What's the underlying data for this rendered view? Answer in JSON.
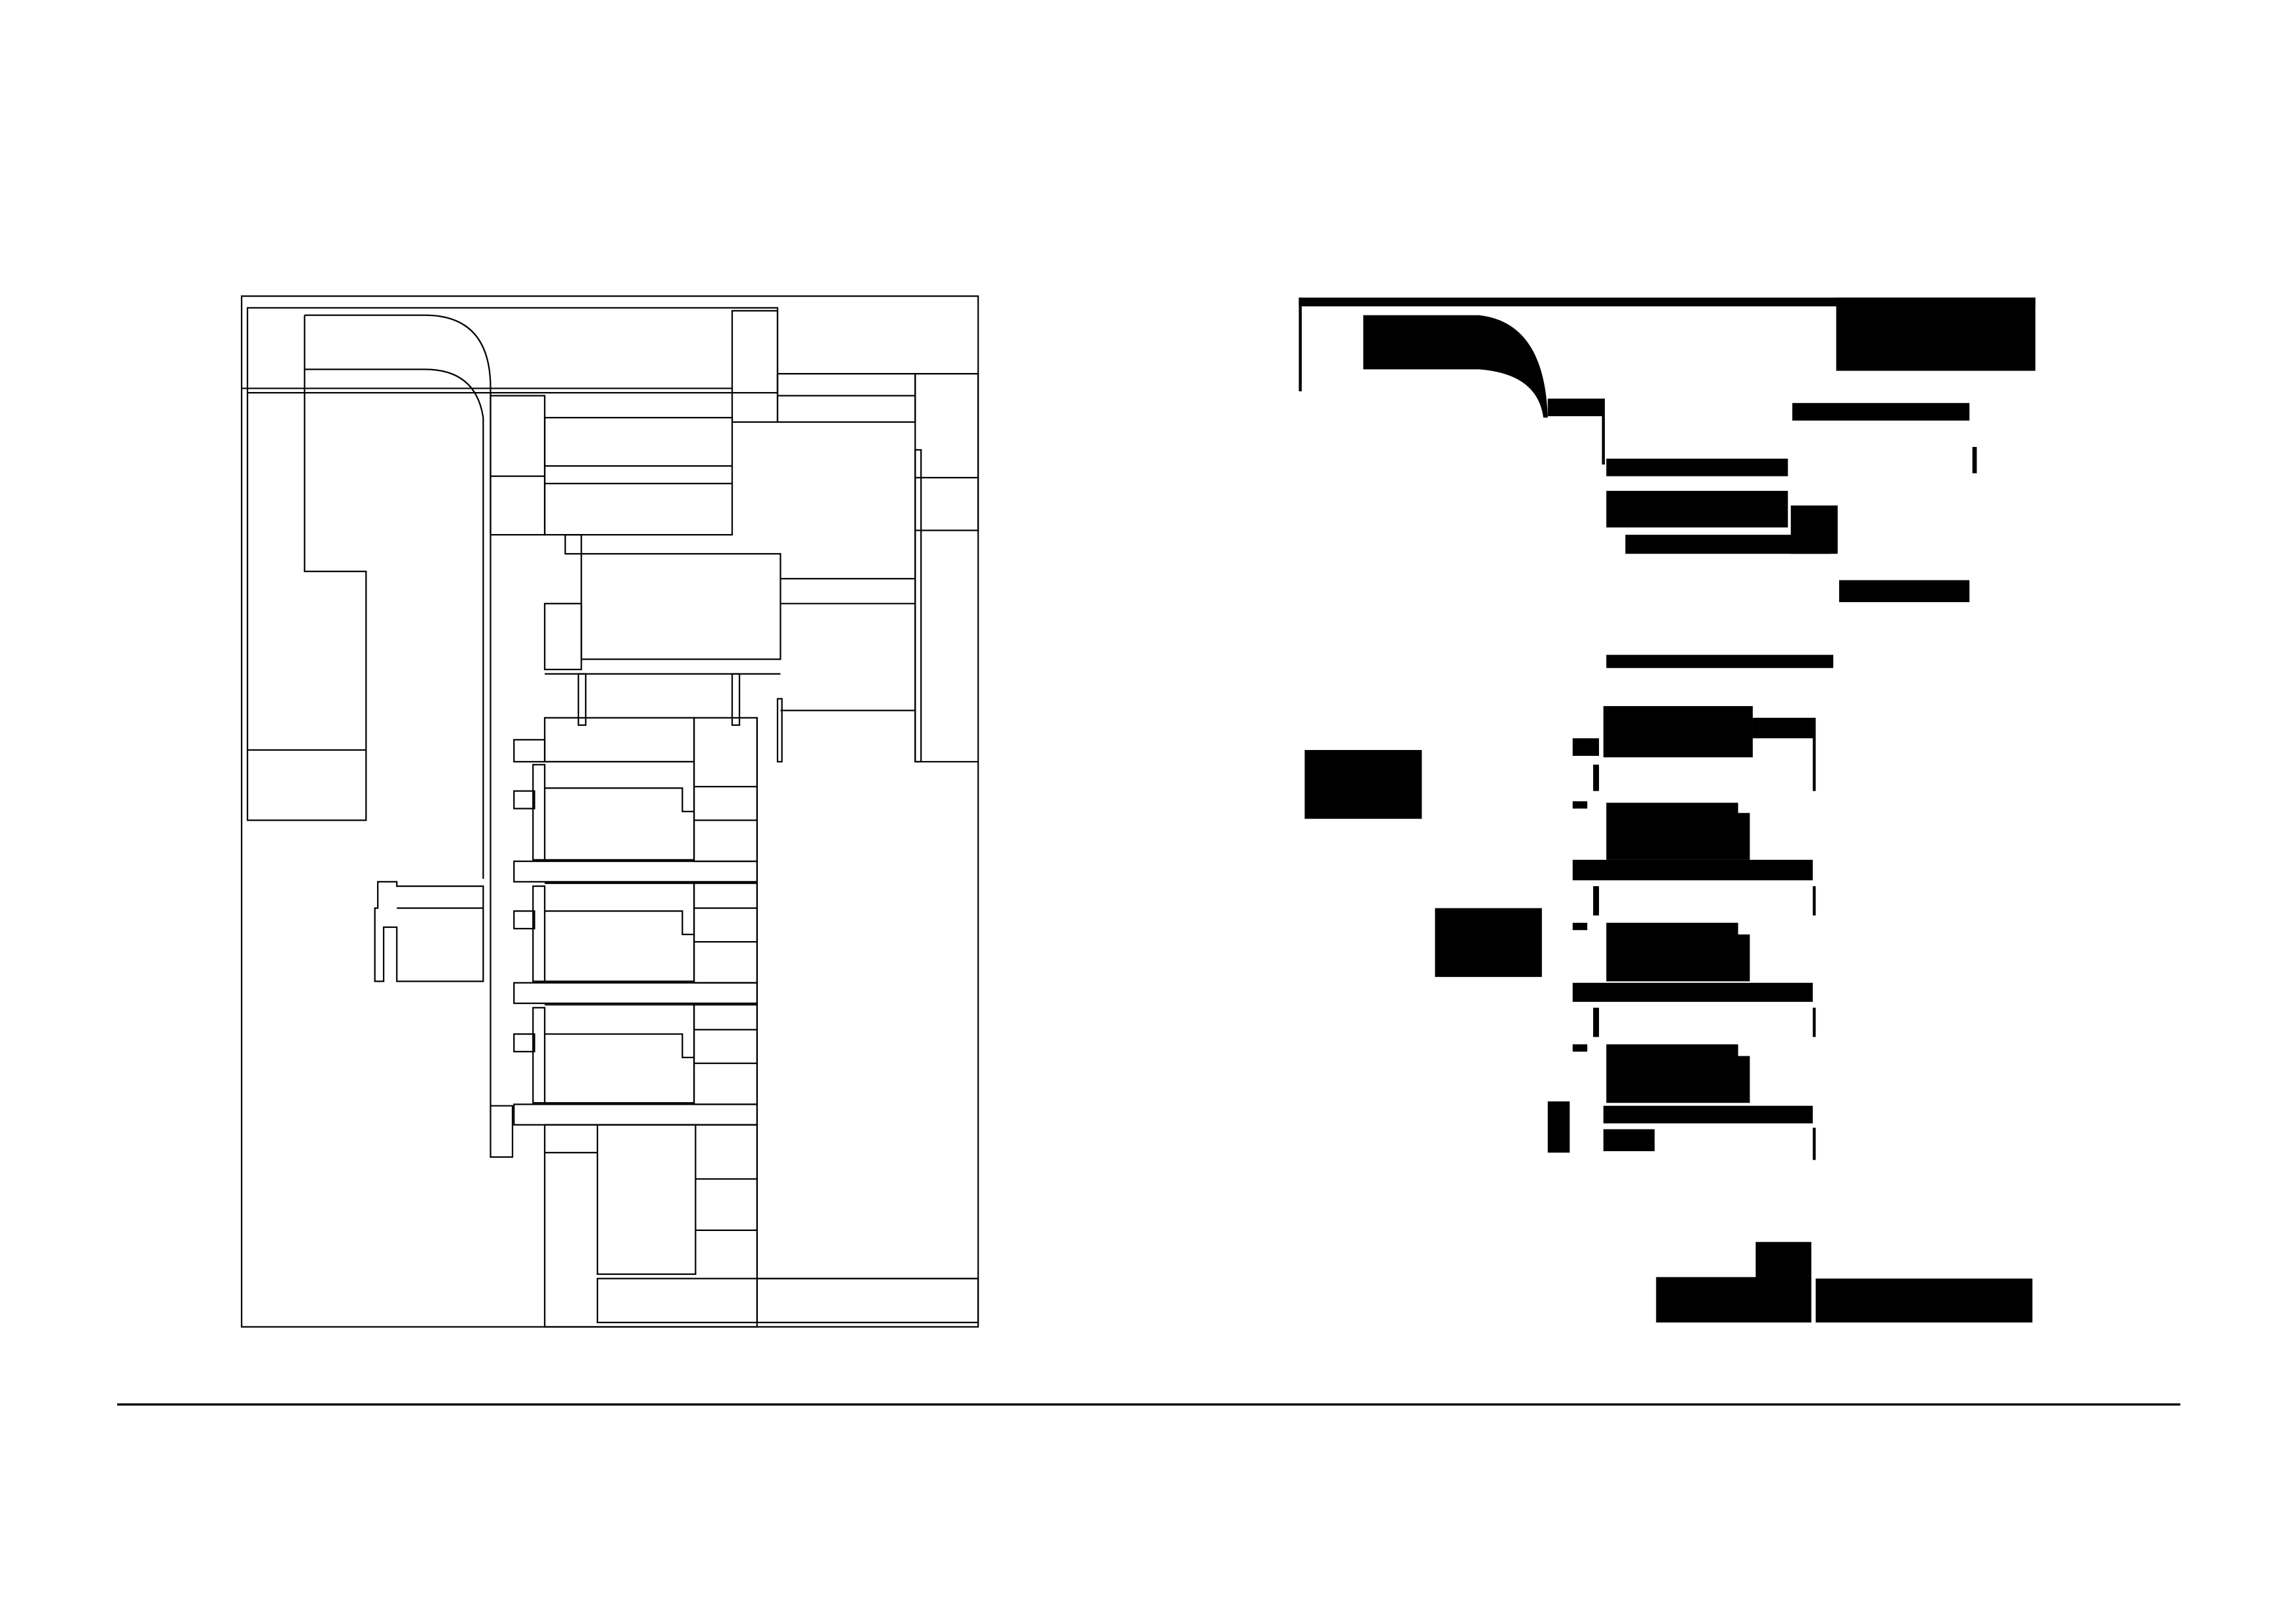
{
  "sheet": {
    "background": "#ffffff",
    "ink": "#000000"
  },
  "panels": [
    {
      "id": "outline-plan",
      "style": "line drawing"
    },
    {
      "id": "solid-plan",
      "style": "filled silhouettes"
    }
  ]
}
